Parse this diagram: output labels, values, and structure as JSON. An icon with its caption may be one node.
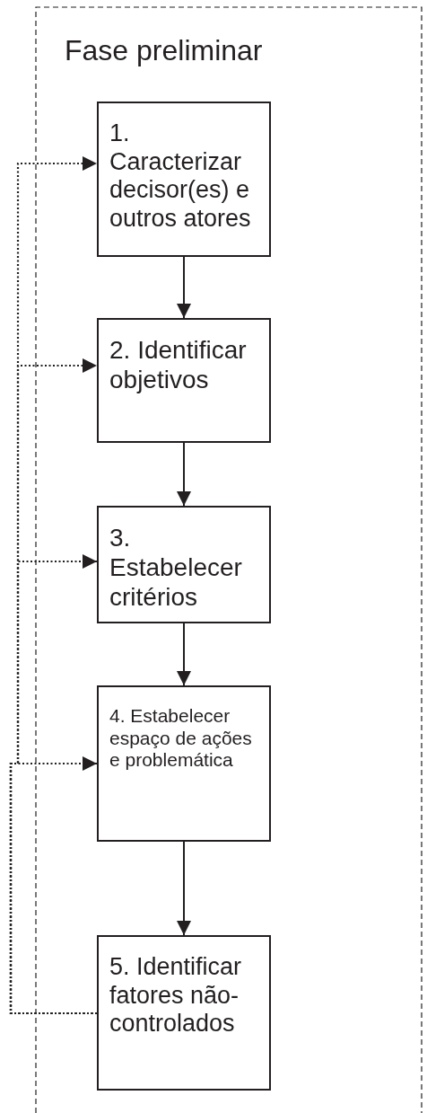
{
  "diagram": {
    "nodes": [
      {
        "text": [
          "Fase preliminar"
        ]
      },
      {
        "text": [
          "1. Caracterizar decisor(es) e outros atores"
        ],
        "in": 0
      },
      {
        "text": [
          "2. Identificar objetivos"
        ],
        "in": 0
      },
      {
        "text": [
          "3. Estabelecer critérios"
        ],
        "in": 0
      },
      {
        "text": [
          "4. Estabelecer espaço de ações e problemática"
        ],
        "in": 0
      },
      {
        "text": [
          "5. Identificar fatores não-controlados"
        ],
        "in": 0
      }
    ],
    "edges": [
      {
        "from": 1,
        "to": 2,
        "arrow": "to"
      },
      {
        "from": 2,
        "to": 3,
        "arrow": "to"
      },
      {
        "from": 3,
        "to": 4,
        "arrow": "to"
      },
      {
        "from": 4,
        "to": 5,
        "arrow": "to"
      },
      {
        "from": 5,
        "to": 4,
        "arrow": "to",
        "style": "dashed"
      },
      {
        "from": 5,
        "to": 3,
        "arrow": "to",
        "style": "dashed"
      },
      {
        "from": 5,
        "to": 2,
        "arrow": "to",
        "style": "dashed"
      },
      {
        "from": 5,
        "to": 1,
        "arrow": "to",
        "style": "dashed"
      }
    ]
  }
}
